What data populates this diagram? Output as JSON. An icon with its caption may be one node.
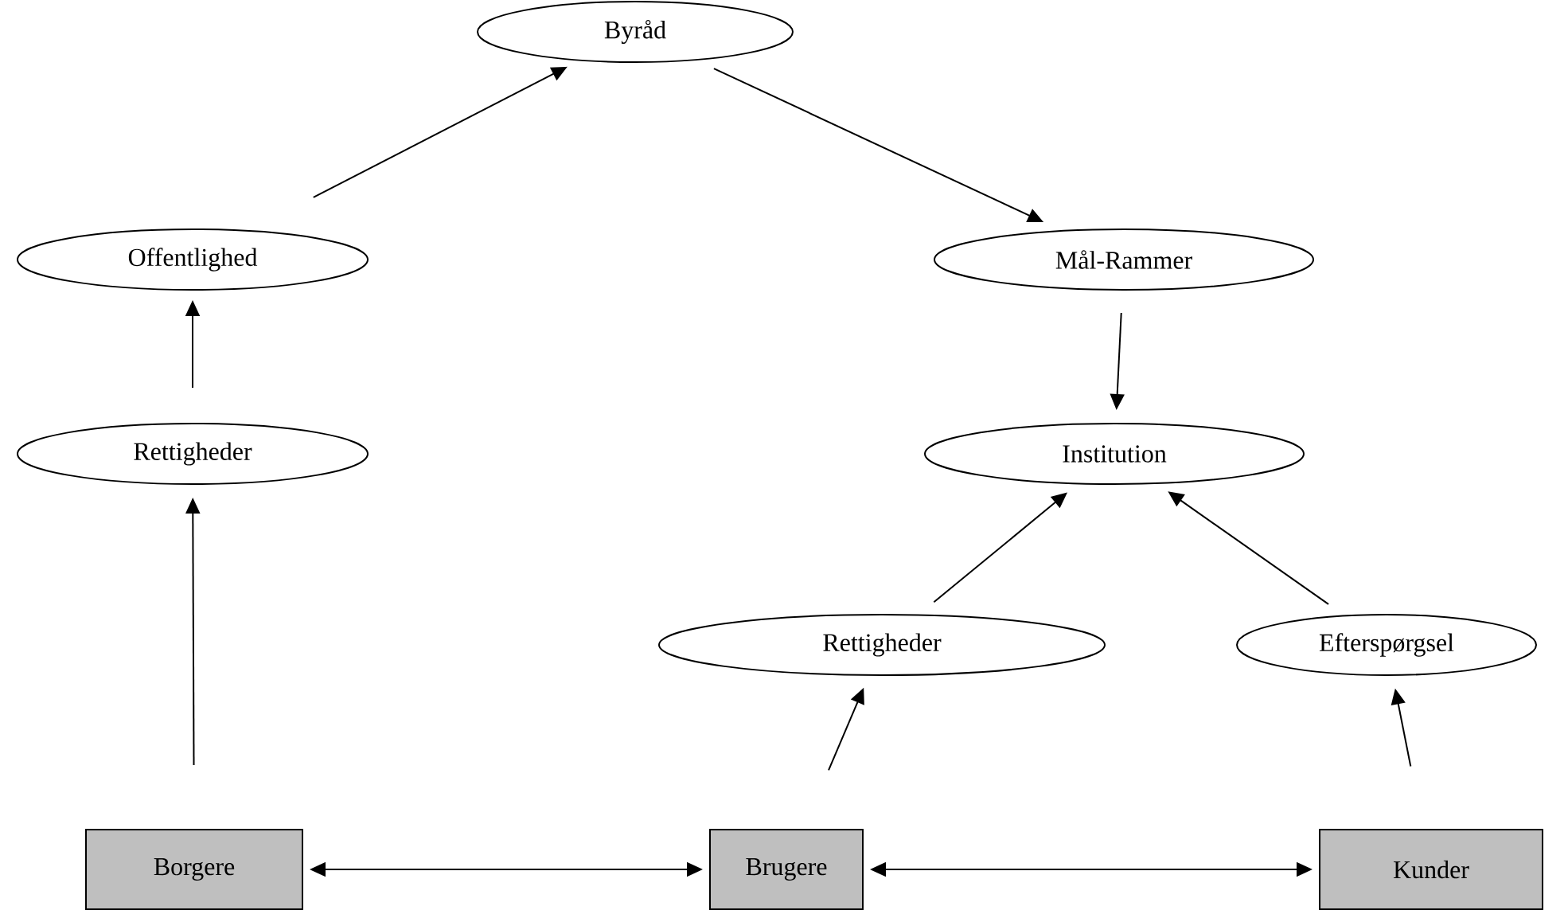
{
  "diagram": {
    "nodes": [
      {
        "text": [
          "Byråd"
        ]
      },
      {
        "text": [
          "Offentlighed"
        ]
      },
      {
        "text": [
          "Mål-Rammer"
        ]
      },
      {
        "text": [
          "Rettigheder"
        ]
      },
      {
        "text": [
          "Institution"
        ]
      },
      {
        "text": [
          "Rettigheder"
        ]
      },
      {
        "text": [
          "Efterspørgsel"
        ]
      },
      {
        "text": [
          "Borgere"
        ]
      },
      {
        "text": [
          "Brugere"
        ]
      },
      {
        "text": [
          "Kunder"
        ]
      }
    ],
    "edges": [
      {
        "from": 1,
        "to": 0,
        "arrow": "to"
      },
      {
        "from": 0,
        "to": 2,
        "arrow": "to"
      },
      {
        "from": 2,
        "to": 4,
        "arrow": "to"
      },
      {
        "from": 3,
        "to": 1,
        "arrow": "to"
      },
      {
        "from": 7,
        "to": 3,
        "arrow": "to"
      },
      {
        "from": 7,
        "to": 8,
        "arrow": "both"
      },
      {
        "from": 8,
        "to": 9,
        "arrow": "both"
      },
      {
        "from": 8,
        "to": 5,
        "arrow": "to"
      },
      {
        "from": 9,
        "to": 6,
        "arrow": "to"
      },
      {
        "from": 5,
        "to": 4,
        "arrow": "to"
      },
      {
        "from": 6,
        "to": 4,
        "arrow": "to"
      }
    ]
  }
}
